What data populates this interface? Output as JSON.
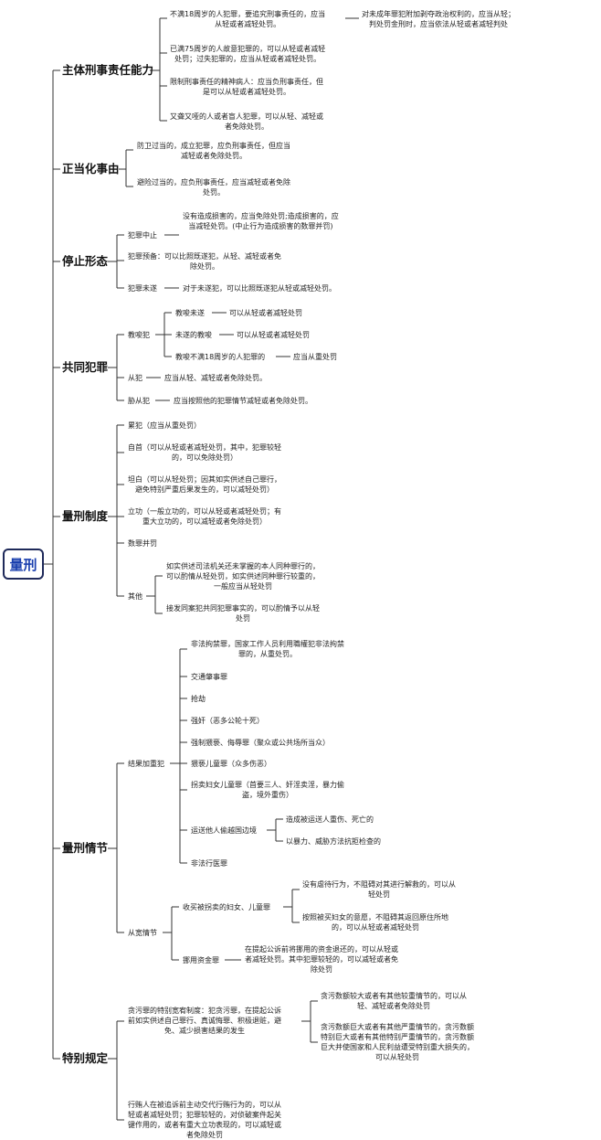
{
  "root": {
    "label": "量刑"
  },
  "colors": {
    "line": "#333333",
    "root_border": "#1f2a5a",
    "root_text": "#1a3fae"
  },
  "b1": {
    "label": "主体刑事责任能力",
    "n1": "不满18周岁的人犯罪，要追究刑事责任的，应当\n从轻或者减轻处罚。",
    "n1b": "对未成年罪犯附加剥夺政治权利的，应当从轻；\n判处罚金刑时，应当依法从轻或者减轻判处",
    "n2": "已满75周岁的人故意犯罪的，可以从轻或者减轻\n处罚；过失犯罪的，应当从轻或者减轻处罚。",
    "n3": "限制刑事责任的精神病人：应当负刑事责任，但\n是可以从轻或者减轻处罚。",
    "n4": "又聋又哑的人或者盲人犯罪，可以从轻、减轻或\n者免除处罚。"
  },
  "b2": {
    "label": "正当化事由",
    "n1": "防卫过当的，成立犯罪，应负刑事责任，但应当\n减轻或者免除处罚。",
    "n2": "避险过当的，应负刑事责任，应当减轻或者免除\n处罚。"
  },
  "b3": {
    "label": "停止形态",
    "zz": "犯罪中止",
    "zz_d": "没有造成损害的，应当免除处罚;造成损害的，应\n当减轻处罚。(中止行为造成损害的数罪并罚)",
    "yb": "犯罪预备：可以比照既遂犯，从轻、减轻或者免\n除处罚。",
    "ws": "犯罪未遂",
    "ws_d": "对于未遂犯，可以比照既遂犯从轻或减轻处罚。"
  },
  "b4": {
    "label": "共同犯罪",
    "jsf": "教唆犯",
    "a": "教唆未遂",
    "a_d": "可以从轻或者减轻处罚",
    "b": "未遂的教唆",
    "b_d": "可以从轻或者减轻处罚",
    "c": "教唆不满18周岁的人犯罪的",
    "c_d": "应当从重处罚",
    "cf": "从犯",
    "cf_d": "应当从轻、减轻或者免除处罚。",
    "xcf": "胁从犯",
    "xcf_d": "应当按照他的犯罪情节减轻或者免除处罚。"
  },
  "b5": {
    "label": "量刑制度",
    "lf": "累犯（应当从重处罚）",
    "zs": "自首（可以从轻或者减轻处罚，其中，犯罪较轻\n的，可以免除处罚）",
    "tb": "坦白（可以从轻处罚；因其如实供述自己罪行，\n避免特别严重后果发生的，可以减轻处罚）",
    "lg": "立功（一般立功的，可以从轻或者减轻处罚；有\n重大立功的，可以减轻或者免除处罚）",
    "sz": "数罪并罚",
    "qt": "其他",
    "qt1": "如实供述司法机关还未掌握的本人同种罪行的，\n可以酌情从轻处罚，如实供述同种罪行较重的，\n一般应当从轻处罚",
    "qt2": "接发同案犯共同犯罪事实的，可以酌情予以从轻\n处罚"
  },
  "b6": {
    "label": "量刑情节",
    "jg": "结果加重犯",
    "jg_items": [
      "非法拘禁罪，国家工作人员利用職權犯非法拘禁\n罪的，从重处罚。",
      "交通肇事罪",
      "抢劫",
      "强奸（恶多公轮十死）",
      "强制猥亵、侮辱罪（聚众或公共场所当众）",
      "猥亵儿童罪（众多伤恶）",
      "拐卖妇女儿童罪（首要三人、奸淫卖淫，暴力偷\n盗，境外重伤）",
      "运送他人偷越国边境",
      "非法行医罪"
    ],
    "ys_a": "造成被运送人重伤、死亡的",
    "ys_b": "以暴力、威胁方法抗拒检查的",
    "ck": "从宽情节",
    "sm": "收买被拐卖的妇女、儿童罪",
    "sm_a": "没有虐待行为，不阻碍对其进行解救的，可以从\n轻处罚",
    "sm_b": "按照被买妇女的意愿，不阻碍其返回原住所地\n的，可以从轻或者减轻处罚",
    "ny": "挪用资金罪",
    "ny_d": "在提起公诉前将挪用的资金退还的，可以从轻或\n者减轻处罚。其中犯罪较轻的，可以减轻或者免\n除处罚"
  },
  "b7": {
    "label": "特别规定",
    "tw": "贪污罪的特别宽宥制度：犯贪污罪，在提起公诉\n前如实供述自己罪行、真诚悔罪、积极退赃，避\n免、减少损害结果的发生",
    "tw_a": "贪污数额较大或者有其他较重情节的，可以从\n轻、减轻或者免除处罚",
    "tw_b": "贪污数额巨大或者有其他严重情节的，贪污数额\n特别巨大或者有其他特别严重情节的，贪污数额\n巨大并使国家和人民利益遭受特别重大损失的，\n可以从轻处罚",
    "xh": "行贿人在被追诉前主动交代行贿行为的，可以从\n轻或者减轻处罚；犯罪较轻的，对侦破案件起关\n键作用的，或者有重大立功表现的，可以减轻或\n者免除处罚"
  }
}
